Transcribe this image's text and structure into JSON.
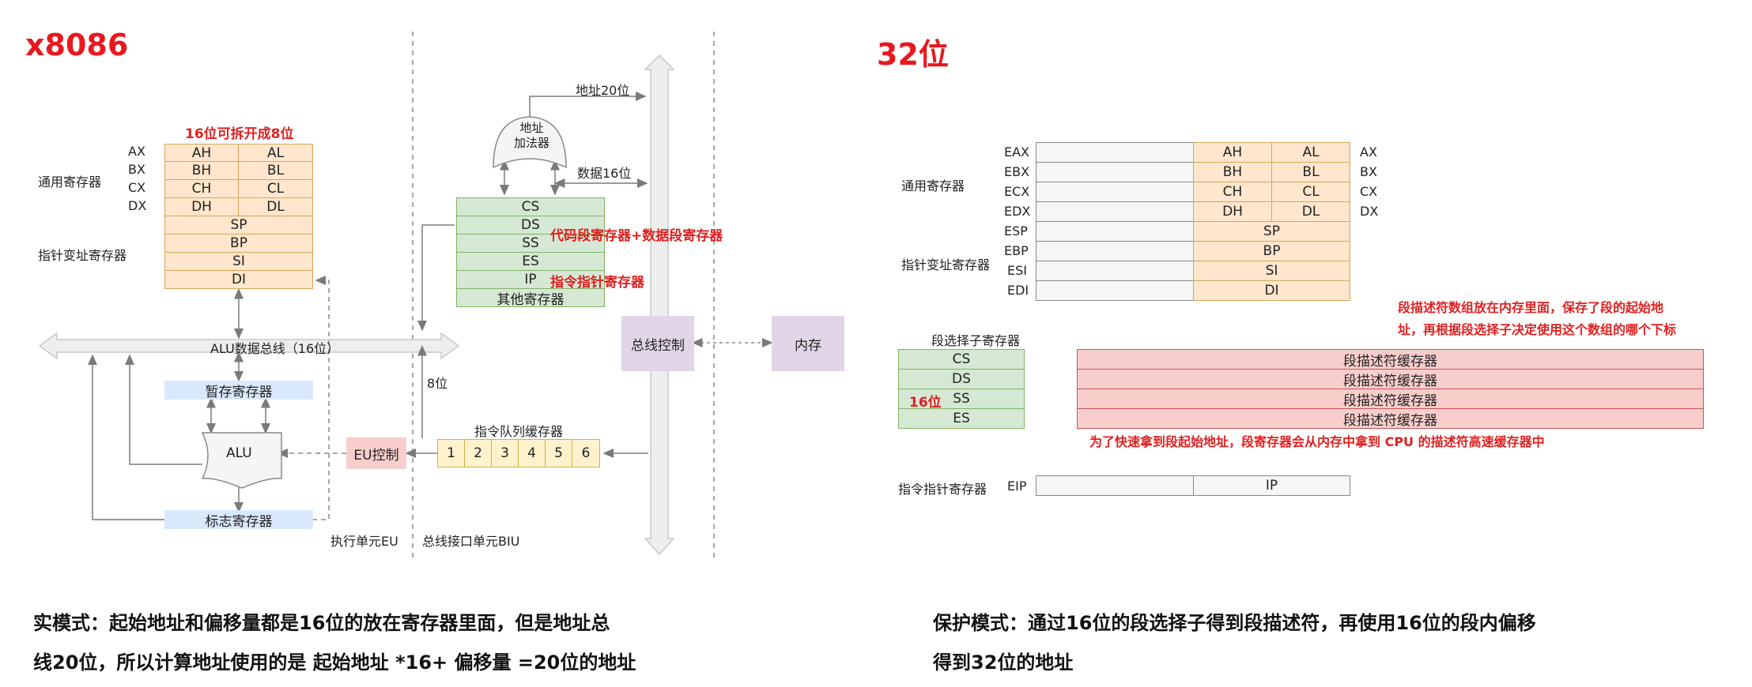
{
  "left": {
    "title": "x8086",
    "split_note": "16位可拆开成8位",
    "gp_label": "通用寄存器",
    "ptr_label": "指针变址寄存器",
    "reg_names": [
      "AX",
      "BX",
      "CX",
      "DX"
    ],
    "gp_rows": [
      [
        "AH",
        "AL"
      ],
      [
        "BH",
        "BL"
      ],
      [
        "CH",
        "CL"
      ],
      [
        "DH",
        "DL"
      ]
    ],
    "ptr_rows": [
      "SP",
      "BP",
      "SI",
      "DI"
    ],
    "alu_bus": "ALU数据总线（16位）",
    "temp_reg": "暂存寄存器",
    "alu": "ALU",
    "flag_reg": "标志寄存器",
    "eu_control": "EU控制",
    "queue_label": "指令队列缓存器",
    "queue": [
      "1",
      "2",
      "3",
      "4",
      "5",
      "6"
    ],
    "eight_bit": "8位",
    "eu_unit": "执行单元EU",
    "biu_unit": "总线接口单元BIU",
    "addr20": "地址20位",
    "adder": "地址\n加法器",
    "data16": "数据16位",
    "seg_rows": [
      "CS",
      "DS",
      "SS",
      "ES",
      "IP",
      "其他寄存器"
    ],
    "seg_note": "代码段寄存器+数据段寄存器",
    "ip_note": "指令指针寄存器",
    "bus_control": "总线控制",
    "memory": "内存",
    "caption_line1": "实模式：起始地址和偏移量都是16位的放在寄存器里面，但是地址总",
    "caption_line2": "线20位，所以计算地址使用的是 起始地址 *16+ 偏移量 =20位的地址"
  },
  "right": {
    "title": "32位",
    "gp_label": "通用寄存器",
    "ptr_label": "指针变址寄存器",
    "e_names": [
      "EAX",
      "EBX",
      "ECX",
      "EDX",
      "ESP",
      "EBP",
      "ESI",
      "EDI"
    ],
    "short_names": [
      "AX",
      "BX",
      "CX",
      "DX"
    ],
    "gp_rows": [
      [
        "AH",
        "AL"
      ],
      [
        "BH",
        "BL"
      ],
      [
        "CH",
        "CL"
      ],
      [
        "DH",
        "DL"
      ]
    ],
    "ptr_rows": [
      "SP",
      "BP",
      "SI",
      "DI"
    ],
    "desc_note_line1": "段描述符数组放在内存里面，保存了段的起始地",
    "desc_note_line2": "址，再根据段选择子决定使用这个数组的哪个下标",
    "seg_sel_label": "段选择子寄存器",
    "seg_rows": [
      "CS",
      "DS",
      "SS",
      "ES"
    ],
    "sixteen_bit": "16位",
    "desc_cache": [
      "段描述符缓存器",
      "段描述符缓存器",
      "段描述符缓存器",
      "段描述符缓存器"
    ],
    "cache_note": "为了快速拿到段起始地址，段寄存器会从内存中拿到 CPU 的描述符高速缓存器中",
    "ip_label": "指令指针寄存器",
    "eip": "EIP",
    "ip": "IP",
    "caption_line1": "保护模式：通过16位的段选择子得到段描述符，再使用16位的段内偏移",
    "caption_line2": "得到32位的地址"
  }
}
